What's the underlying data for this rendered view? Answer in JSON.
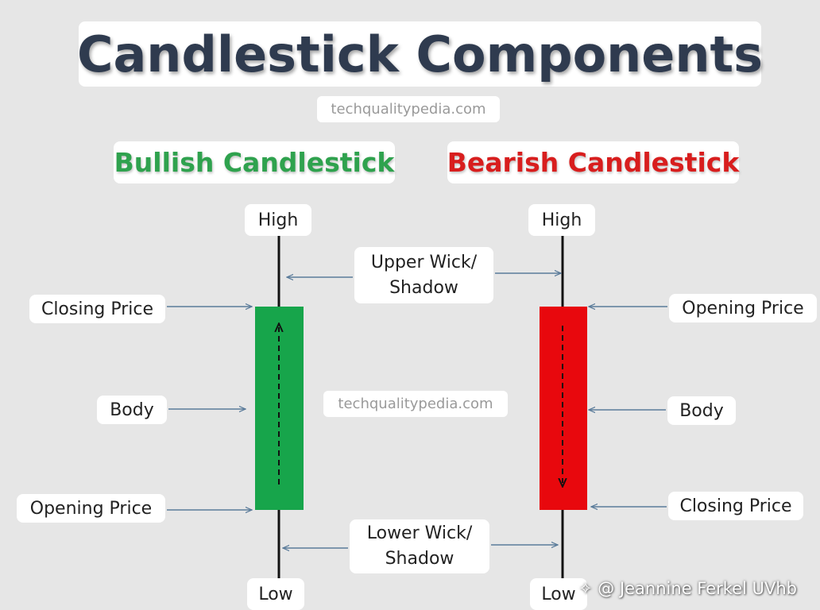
{
  "title": "Candlestick Components",
  "watermark": "techqualitypedia.com",
  "bullish": {
    "heading": "Bullish Candlestick",
    "high": "High",
    "low": "Low",
    "closing_price": "Closing Price",
    "body": "Body",
    "opening_price": "Opening Price",
    "color": "#17a54b"
  },
  "bearish": {
    "heading": "Bearish Candlestick",
    "high": "High",
    "low": "Low",
    "opening_price": "Opening Price",
    "body": "Body",
    "closing_price": "Closing Price",
    "color": "#e8080d"
  },
  "upper_wick": [
    "Upper Wick/",
    "Shadow"
  ],
  "lower_wick": [
    "Lower Wick/",
    "Shadow"
  ],
  "credit": "✧ @ Jeannine Ferkel UVhb",
  "colors": {
    "title": "#2f3b4f",
    "bullish_heading": "#2fa24e",
    "bearish_heading": "#d81e1e",
    "arrow": "#5a7b9a",
    "background": "#e6e6e6"
  }
}
